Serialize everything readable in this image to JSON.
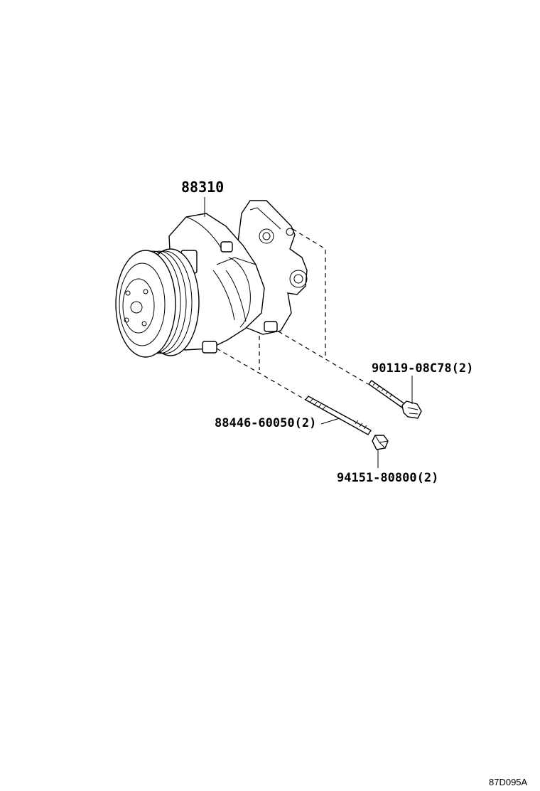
{
  "parts": [
    {
      "number": "88310",
      "qty": ""
    },
    {
      "number": "90119-08C78",
      "qty": "(2)"
    },
    {
      "number": "88446-60050",
      "qty": "(2)"
    },
    {
      "number": "94151-80800",
      "qty": "(2)"
    }
  ],
  "diagram_code": "87D095A"
}
